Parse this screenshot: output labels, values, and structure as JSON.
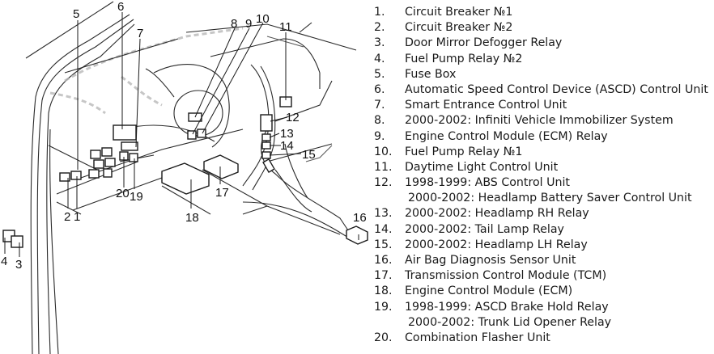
{
  "diagram": {
    "title": "Passenger Compartment Component Locations",
    "callouts": [
      "1",
      "2",
      "3",
      "4",
      "5",
      "6",
      "7",
      "8",
      "9",
      "10",
      "11",
      "12",
      "13",
      "14",
      "15",
      "16",
      "17",
      "18",
      "19",
      "20"
    ]
  },
  "legend": {
    "items": [
      {
        "number": "1.",
        "text": "Circuit Breaker №1"
      },
      {
        "number": "2.",
        "text": "Circuit Breaker №2"
      },
      {
        "number": "3.",
        "text": "Door Mirror Defogger Relay"
      },
      {
        "number": "4.",
        "text": "Fuel Pump Relay №2"
      },
      {
        "number": "5.",
        "text": "Fuse Box"
      },
      {
        "number": "6.",
        "text": "Automatic Speed Control Device (ASCD) Control Unit"
      },
      {
        "number": "7.",
        "text": "Smart Entrance Control Unit"
      },
      {
        "number": "8.",
        "text": "2000-2002: Infiniti Vehicle Immobilizer System"
      },
      {
        "number": "9.",
        "text": "Engine Control Module (ECM) Relay"
      },
      {
        "number": "10.",
        "text": "Fuel Pump Relay №1"
      },
      {
        "number": "11.",
        "text": "Daytime Light Control Unit"
      },
      {
        "number": "12.",
        "text": "1998-1999: ABS Control Unit"
      },
      {
        "number": "",
        "text": "2000-2002: Headlamp Battery Saver Control Unit"
      },
      {
        "number": "13.",
        "text": "2000-2002: Headlamp RH Relay"
      },
      {
        "number": "14.",
        "text": "2000-2002: Tail Lamp Relay"
      },
      {
        "number": "15.",
        "text": "2000-2002: Headlamp LH Relay"
      },
      {
        "number": "16.",
        "text": "Air Bag Diagnosis Sensor Unit"
      },
      {
        "number": "17.",
        "text": "Transmission Control Module (TCM)"
      },
      {
        "number": "18.",
        "text": "Engine Control Module (ECM)"
      },
      {
        "number": "19.",
        "text": "1998-1999: ASCD Brake Hold Relay"
      },
      {
        "number": "",
        "text": "2000-2002: Trunk Lid Opener Relay"
      },
      {
        "number": "20.",
        "text": "Combination Flasher Unit"
      }
    ]
  }
}
